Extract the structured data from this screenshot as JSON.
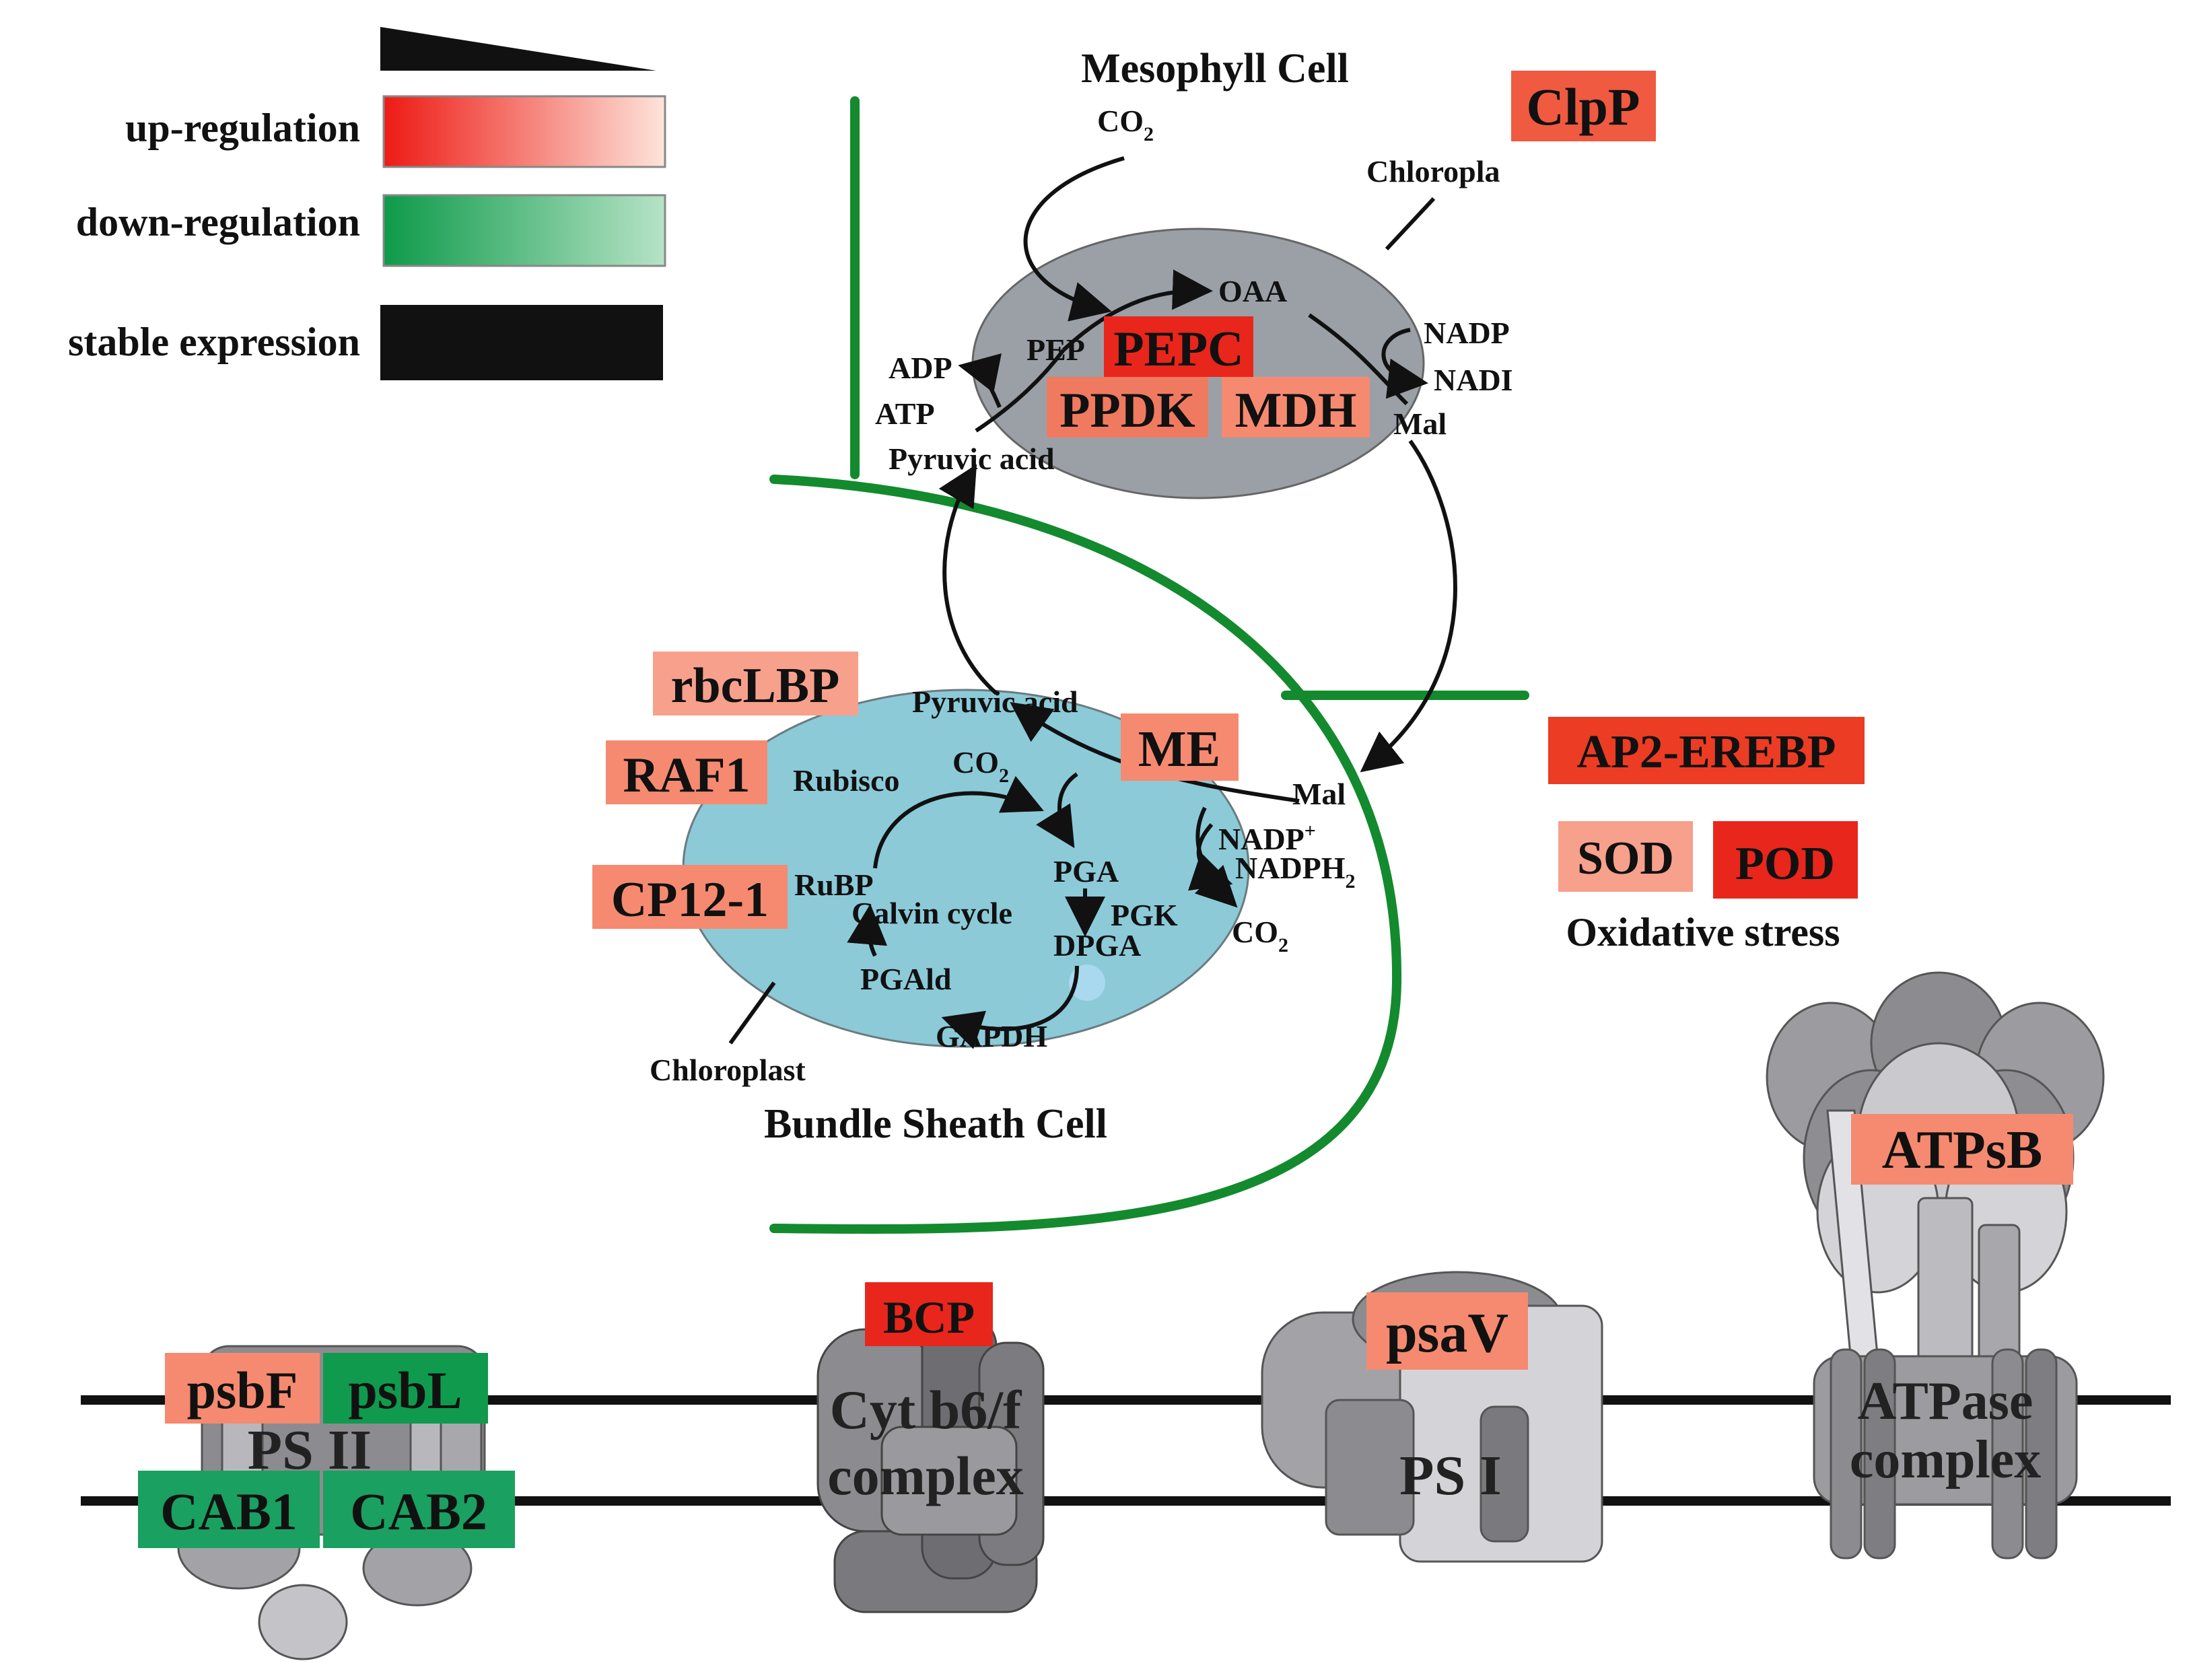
{
  "legend": {
    "up_label": "up-regulation",
    "down_label": "down-regulation",
    "stable_label": "stable expression"
  },
  "cells": {
    "mesophyll_title": "Mesophyll Cell",
    "bundle_sheath_title": "Bundle Sheath Cell",
    "chloroplast_top_label": "Chloropla",
    "chloroplast_bottom_label": "Chloroplast"
  },
  "metabolites": {
    "co2_top": "CO",
    "co2_top_sub": "2",
    "oaa": "OAA",
    "pep": "PEP",
    "adp": "ADP",
    "atp": "ATP",
    "nadp": "NADP",
    "nadh": "NADI",
    "mal_top": "Mal",
    "pyruvic_top": "Pyruvic acid",
    "pyruvic_bottom": "Pyruvic acid",
    "rubisco": "Rubisco",
    "co2_mid": "CO",
    "co2_mid_sub": "2",
    "mal_bottom": "Mal",
    "nadp_plus": "NADP",
    "nadp_plus_sup": "+",
    "nadph": "NADPH",
    "nadph_sub": "2",
    "pga": "PGA",
    "rubp": "RuBP",
    "calvin": "Calvin cycle",
    "pgk": "PGK",
    "dpga": "DPGA",
    "co2_bottom": "CO",
    "co2_bottom_sub": "2",
    "pgald": "PGAld",
    "gapdh": "GAPDH"
  },
  "genes": {
    "clpp": "ClpP",
    "pepc": "PEPC",
    "ppdk": "PPDK",
    "mdh": "MDH",
    "rbclbp": "rbcLBP",
    "raf1": "RAF1",
    "cp12": "CP12-1",
    "me": "ME",
    "ap2": "AP2-EREBP",
    "sod": "SOD",
    "pod": "POD",
    "atpsb": "ATPsB",
    "bcp": "BCP",
    "psav": "psaV",
    "psbf": "psbF",
    "psbl": "psbL",
    "cab1": "CAB1",
    "cab2": "CAB2"
  },
  "stress_label": "Oxidative stress",
  "complexes": {
    "ps2": "PS II",
    "cyt_line1": "Cyt b6/f",
    "cyt_line2": "complex",
    "ps1": "PS I",
    "atpase_line1": "ATPase",
    "atpase_line2": "complex"
  },
  "colors": {
    "up_strong": "#e8261c",
    "up_mid": "#f05a40",
    "up_light": "#f7a08c",
    "down": "#0f9a4e",
    "membrane_wall": "#138a2e",
    "mesophyll_chloroplast": "#9aa0a6",
    "bundle_chloroplast": "#8ccad8"
  }
}
